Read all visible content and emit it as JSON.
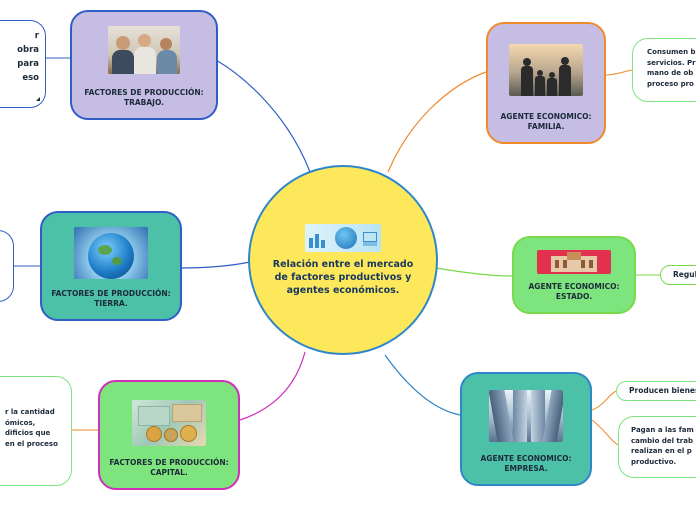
{
  "center": {
    "title": "Relación entre el mercado de factores productivos y agentes económicos.",
    "image": "world-economy-collage-icon"
  },
  "nodes": {
    "trabajo": {
      "label": "FACTORES DE PRODUCCIÓN:\nTRABAJO.",
      "image": "office-team-photo",
      "fill": "#c5bde3",
      "border": "#2f5fc4"
    },
    "tierra": {
      "label": "FACTORES DE PRODUCCIÓN:\nTIERRA.",
      "image": "earth-globe-photo",
      "fill": "#4cc1a8",
      "border": "#2f5fc4"
    },
    "capital": {
      "label": "FACTORES DE PRODUCCIÓN:\nCAPITAL.",
      "image": "money-coins-photo",
      "fill": "#7ee57e",
      "border": "#d02fbb"
    },
    "familia": {
      "label": "AGENTE ECONOMICO:\nFAMILIA.",
      "image": "family-silhouette-photo",
      "fill": "#c5bde3",
      "border": "#f08a2b"
    },
    "estado": {
      "label": "AGENTE ECONOMICO:\nESTADO.",
      "image": "government-building-icon",
      "fill": "#7ee57e",
      "border": "#7ad94a"
    },
    "empresa": {
      "label": "AGENTE ECONOMICO:\nEMPRESA.",
      "image": "office-towers-photo",
      "fill": "#4cc1a8",
      "border": "#2f86c9"
    }
  },
  "leaves": {
    "trabajo_text": "r\nobra\npara\neso",
    "capital_text": "r la cantidad\nómicos,\ndificios que\nen el proceso",
    "familia_text": "Consumen b\nservicios. Pr\nmano de ob\nproceso pro",
    "estado_text": "Regul",
    "empresa_text1": "Producen bienes",
    "empresa_text2": "Pagan a las fam\ncambio del trab\nrealizan en el p\nproductivo."
  },
  "colors": {
    "link_trabajo": "#2f5fc4",
    "link_tierra": "#2f5fc4",
    "link_capital": "#d02fbb",
    "link_familia": "#f08a2b",
    "link_estado": "#7ad94a",
    "link_empresa": "#2f86c9"
  }
}
